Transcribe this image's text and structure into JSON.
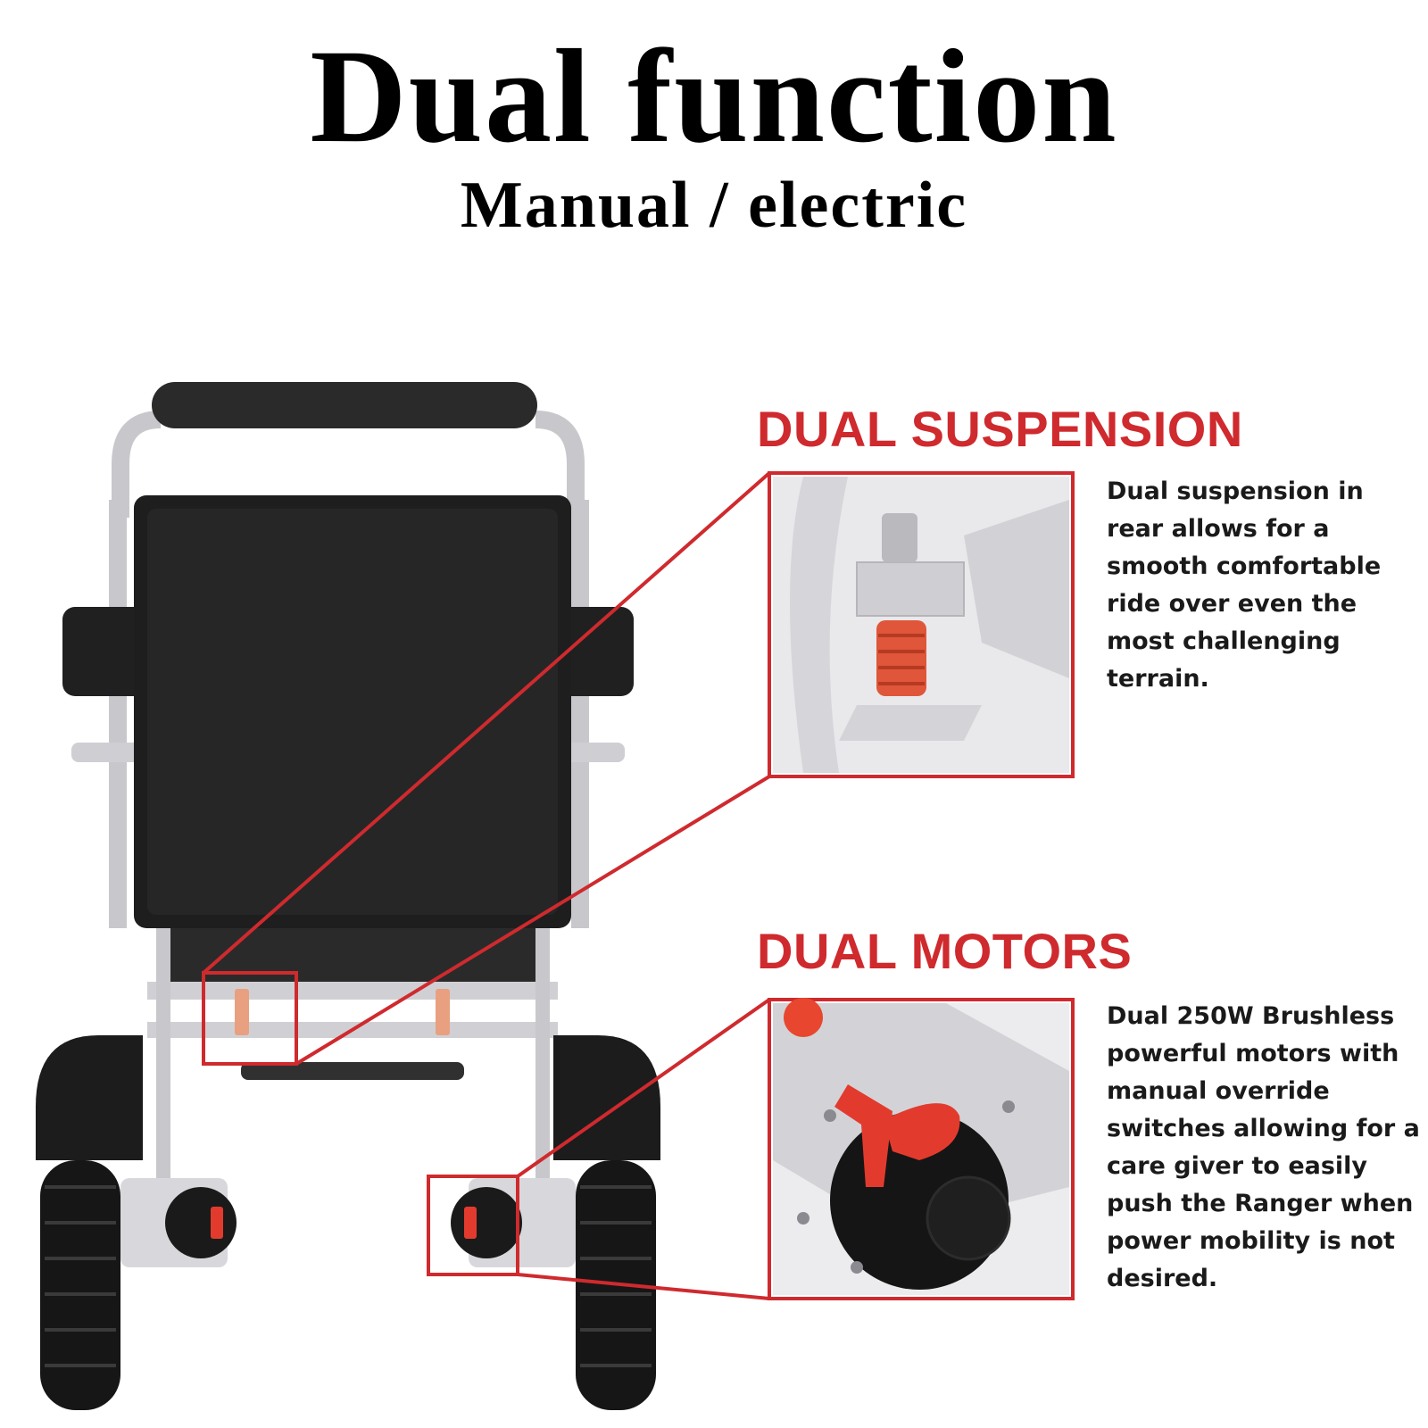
{
  "header": {
    "title": "Dual function",
    "subtitle": "Manual  /  electric"
  },
  "features": [
    {
      "heading": "DUAL SUSPENSION",
      "description": "Dual suspension in rear allows for a smooth comfortable ride over even the most challenging terrain."
    },
    {
      "heading": "DUAL MOTORS",
      "description": "Dual 250W Brushless powerful motors with manual override switches allowing for a care giver to easily push the Ranger when power mobility is not desired."
    }
  ],
  "colors": {
    "accent": "#cf2a2e",
    "frame": "#c8c8cc",
    "upholstery": "#1e1e1e",
    "spring": "#e0563a"
  }
}
